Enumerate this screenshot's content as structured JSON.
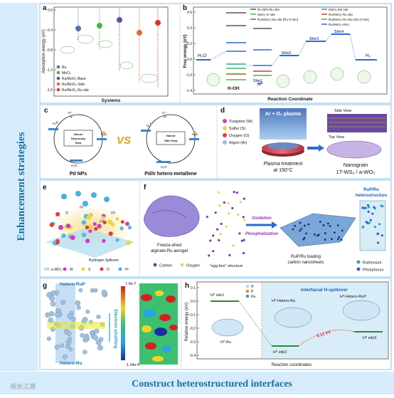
{
  "side_title": "Enhancement   strategies",
  "bottom_title": "Construct heterostructured interfaces",
  "watermark": "雨水江湖",
  "colors": {
    "banner": "#d6ecfa",
    "banner_text": "#1d6fa5",
    "frame": "#8ec3e8",
    "water": "#7fc6ef"
  },
  "panel_a": {
    "letter": "a",
    "ylabel": "Adsorption energy (eV)",
    "xlabel": "Systems",
    "yticks": [
      "0.0",
      "-0.4",
      "-0.8",
      "-1.2",
      "-1.6"
    ],
    "legend": [
      "Ru",
      "MoO₂",
      "Ru/MoO₂-Base",
      "Ru/MoO₂-Side",
      "Ru/MoO₂-Ru site"
    ],
    "legend_colors": [
      "#5b6fb0",
      "#4bb34b",
      "#6a4a9a",
      "#e86a3a",
      "#d43a2a"
    ]
  },
  "panel_b": {
    "letter": "b",
    "ylabel": "Free energy (eV)",
    "xlabel": "Reaction Coordinate",
    "yticks": [
      "0.6",
      "0.2",
      "-0.2",
      "-0.6",
      "-1.0",
      "-1.4"
    ],
    "legend_left": [
      "Ru NPs-Ru site",
      "MoO₂-O site",
      "Ru/MoO₂-Mo site (Ru-O-Mo)"
    ],
    "legend_right": [
      "MoO₂-Mo site",
      "Ru/MoO₂-Ru site",
      "Ru/MoO₂-Ru site (Ru-O-Mo)",
      "Ru/MoO₂-HSo"
    ],
    "labels": {
      "h2o": "H₂O",
      "hoh": "H-OH",
      "hstar": "H*",
      "site1": "Site1",
      "site2": "Site2",
      "site3": "Site3",
      "site4": "Site4",
      "h2": "H₂"
    }
  },
  "panel_c": {
    "letter": "c",
    "left_box": [
      "Volmer",
      "Heyrovsky",
      "Step"
    ],
    "right_box": [
      "Volmer",
      "Tafel Step"
    ],
    "vs": "VS",
    "left_caption": "Pd NPs",
    "right_caption": "Pd/Ir hetero-metallene",
    "species": {
      "h2": "H₂",
      "hplus": "H⁺",
      "hads": "Hₐdₛ",
      "h2o": "H₂O"
    }
  },
  "panel_d": {
    "letter": "d",
    "legend": [
      "Tungsten (W)",
      "Sulfur (S)",
      "Oxygen (O)",
      "Argon (Ar)"
    ],
    "legend_colors": [
      "#d23ac9",
      "#e8d93a",
      "#e33b3b",
      "#9fb9e0"
    ],
    "plasma": "Ar + O₂ plasma",
    "treatment": [
      "Plasma treatment",
      "at 150°C"
    ],
    "side_view": "Side View",
    "top_view": "Top View",
    "nanograin": [
      "Nanograin",
      "1T-WS₂ / a-WO₃"
    ]
  },
  "panel_e": {
    "letter": "e",
    "spillover": "Hydrogen Spillover",
    "legend": [
      "a-WO₃",
      "W",
      "S",
      "O",
      "H⁺"
    ],
    "labels": [
      "(i)",
      "(ii)",
      "(iii)",
      "(iv)"
    ]
  },
  "panel_f": {
    "letter": "f",
    "aerogel": [
      "Freeze-dried",
      "alginate-Ru aerogel"
    ],
    "egg_box": "\"egg-box\" structure",
    "legend_bottom": [
      "Carbon",
      "Oxygen"
    ],
    "oxidation": "Oxidation",
    "phosphatization": "Phosphatization",
    "loading": [
      "RuP/Ru loading",
      "carbon nanosheets"
    ],
    "hetero": [
      "RuP/Ru",
      "heterostructure"
    ],
    "legend_right": [
      "Ruthenium",
      "Phosphorus"
    ]
  },
  "panel_g": {
    "letter": "g",
    "top_label": "Hetero-RuP",
    "bottom_label": "Hetero-Ru",
    "shuttling": "Electron shuttling",
    "scale_max": "7.6e-7",
    "scale_min": "-1.34e-6"
  },
  "panel_h": {
    "letter": "h",
    "title": "Interfacial H-spillover",
    "ylabel": "Relative energy (eV)",
    "xlabel": "Reaction coordinates",
    "yticks": [
      "0.1",
      "0.0",
      "-0.1",
      "-0.2",
      "-0.3",
      "-0.4"
    ],
    "legend": [
      "H",
      "P",
      "Ru"
    ],
    "site1": "H* site1",
    "site2": "H* site2",
    "site3": "H* site3",
    "barrier": "0.11 eV",
    "structs": [
      "H*-Ru",
      "H*-Hetero-Ru",
      "H*-Hetero-RuP"
    ]
  }
}
